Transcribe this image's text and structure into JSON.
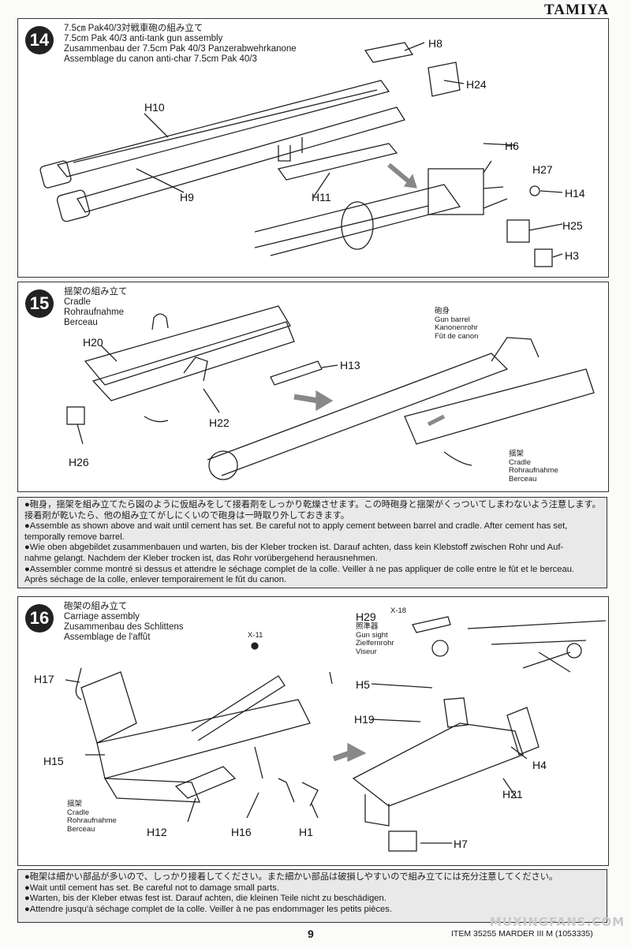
{
  "brand": "TAMIYA",
  "steps": [
    {
      "number": "14",
      "title_ja": "7.5㎝ Pak40/3対戦車砲の組み立て",
      "title_en": "7.5cm Pak 40/3 anti-tank gun assembly",
      "title_de": "Zusammenbau der 7.5cm Pak 40/3 Panzerabwehrkanone",
      "title_fr": "Assemblage du canon anti-char 7.5cm Pak 40/3",
      "parts": [
        "H8",
        "H24",
        "H10",
        "H9",
        "H11",
        "H6",
        "H27",
        "H14",
        "H25",
        "H3"
      ]
    },
    {
      "number": "15",
      "title_ja": "揺架の組み立て",
      "title_en": "Cradle",
      "title_de": "Rohraufnahme",
      "title_fr": "Berceau",
      "parts": [
        "H20",
        "H13",
        "H22",
        "H26"
      ],
      "barrel_label": [
        "砲身",
        "Gun barrel",
        "Kanonenrohr",
        "Fût de canon"
      ],
      "cradle_label": [
        "揺架",
        "Cradle",
        "Rohraufnahme",
        "Berceau"
      ]
    },
    {
      "number": "16",
      "title_ja": "砲架の組み立て",
      "title_en": "Carriage assembly",
      "title_de": "Zusammenbau des Schlittens",
      "title_fr": "Assemblage de l'affût",
      "parts": [
        "H17",
        "H15",
        "H12",
        "H16",
        "H1",
        "H29",
        "H5",
        "H19",
        "H4",
        "H21",
        "H7"
      ],
      "paint": [
        "X-11",
        "X-18"
      ],
      "sight_label": [
        "照準器",
        "Gun sight",
        "Zielfernrohr",
        "Viseur"
      ],
      "cradle_label": [
        "揺架",
        "Cradle",
        "Rohraufnahme",
        "Berceau"
      ]
    }
  ],
  "note1": [
    "●砲身，揺架を組み立てたら図のように仮組みをして接着剤をしっかり乾燥させます。この時砲身と揺架がくっついてしまわないよう注意します。",
    "接着剤が乾いたら、他の組み立てがしにくいので砲身は一時取り外しておきます。",
    "●Assemble as shown above and wait until cement has set. Be careful not to apply cement between barrel and cradle. After cement has set,",
    "temporally remove barrel.",
    "●Wie oben abgebildet zusammenbauen und warten, bis der Kleber trocken ist. Darauf achten, dass kein Klebstoff zwischen Rohr und Auf-",
    "nahme gelangt. Nachdem der Kleber trocken ist, das Rohr vorübergehend herausnehmen.",
    "●Assembler comme montré si dessus et attendre le séchage complet de la colle. Veiller à ne pas appliquer de colle entre le fût et le berceau.",
    "Après séchage de la colle, enlever temporairement le fût du canon."
  ],
  "note2": [
    "●砲架は細かい部品が多いので、しっかり接着してください。また細かい部品は破損しやすいので組み立てには充分注意してください。",
    "●Wait until cement has set. Be careful not to damage small parts.",
    "●Warten, bis der Kleber etwas fest ist. Darauf achten, die kleinen Teile nicht zu beschädigen.",
    "●Attendre jusqu'à séchage complet de la colle. Veiller à ne pas endommager les petits pièces."
  ],
  "page_number": "9",
  "item_text": "ITEM 35255  MARDER III M (1053335)",
  "watermark": "MUXINGFANS.COM"
}
